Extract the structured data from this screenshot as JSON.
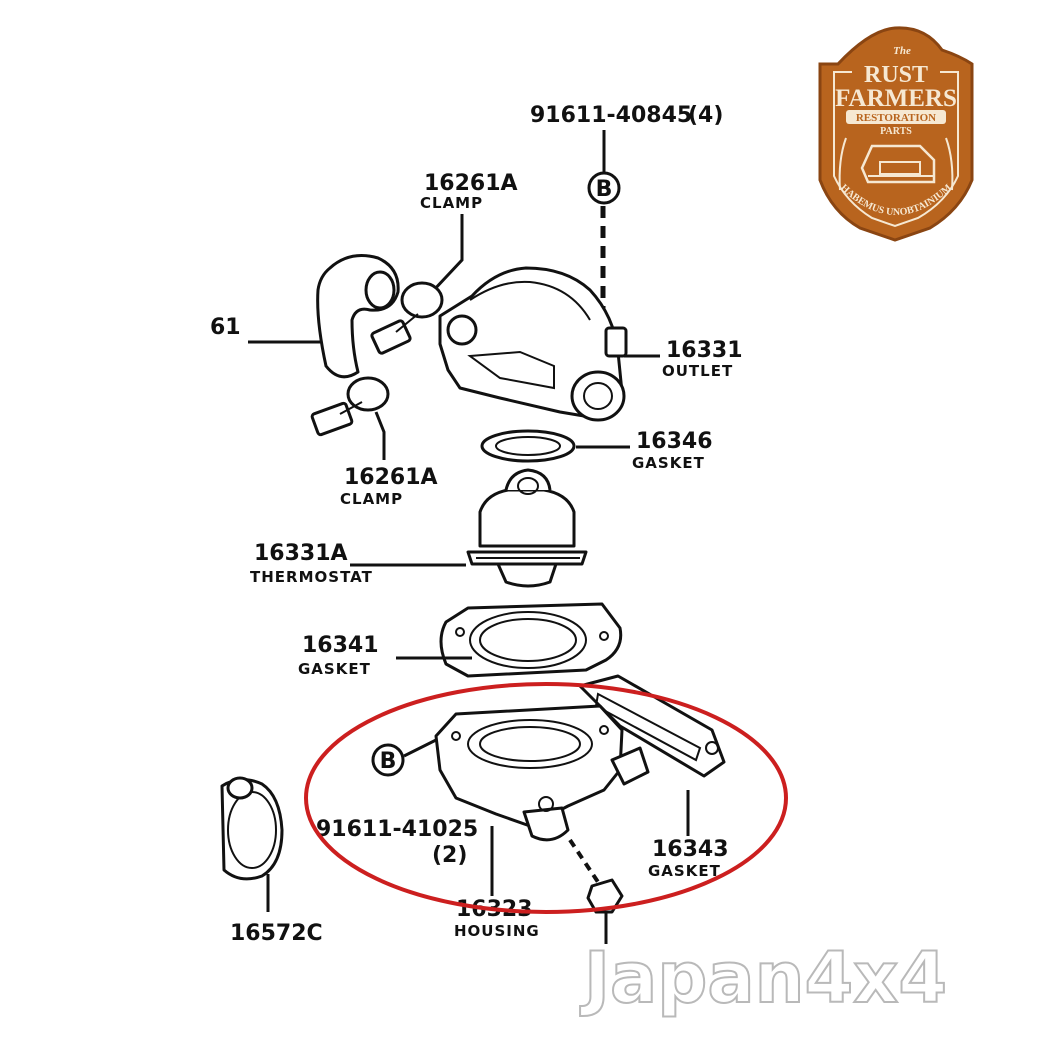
{
  "parts": {
    "bolt_top": {
      "number": "91611-40845",
      "qty": "(4)",
      "marker": "B"
    },
    "clamp_upper": {
      "number": "16261A",
      "name": "CLAMP"
    },
    "hose_left": {
      "number": "61"
    },
    "outlet": {
      "number": "16331",
      "name": "OUTLET"
    },
    "gasket_ring": {
      "number": "16346",
      "name": "GASKET"
    },
    "clamp_lower": {
      "number": "16261A",
      "name": "CLAMP"
    },
    "thermostat": {
      "number": "16331A",
      "name": "THERMOSTAT"
    },
    "gasket_flange": {
      "number": "16341",
      "name": "GASKET"
    },
    "bolt_bottom": {
      "number": "91611-41025",
      "qty": "(2)",
      "marker": "B"
    },
    "gasket_side": {
      "number": "16343",
      "name": "GASKET"
    },
    "housing": {
      "number": "16323",
      "name": "HOUSING"
    },
    "hose_clamp": {
      "number": "16572C"
    }
  },
  "logo": {
    "the": "The",
    "line1": "RUST",
    "line2": "FARMERS",
    "banner": "RESTORATION",
    "sub": "PARTS",
    "motto": "HABEMUS UNOBTAINIUM"
  },
  "watermark": "Japan4x4",
  "colors": {
    "highlight": "#cc1f1f",
    "logo_brown": "#b8641e",
    "logo_cream": "#f6e8d2"
  }
}
